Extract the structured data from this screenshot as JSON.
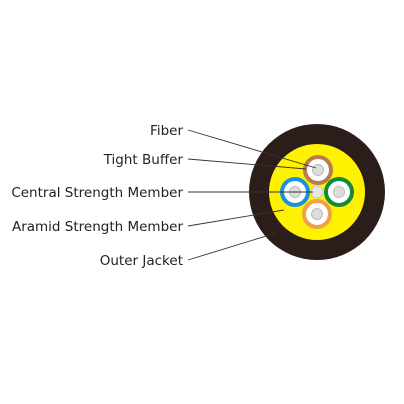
{
  "labels": {
    "fiber": "Fiber",
    "tight_buffer": "Tight Buffer",
    "central_strength_member": "Central Strength Member",
    "aramid_strength_member": "Aramid Strength Member",
    "outer_jacket": "Outer Jacket"
  },
  "colors": {
    "outer_jacket": "#2b1d1a",
    "aramid": "#fff200",
    "buffer_brown": "#b97c4c",
    "buffer_blue": "#1e90e0",
    "buffer_green": "#138a3a",
    "buffer_orange": "#f0a04a",
    "fiber": "#dddddd",
    "central_member": "#e6e6e6"
  }
}
